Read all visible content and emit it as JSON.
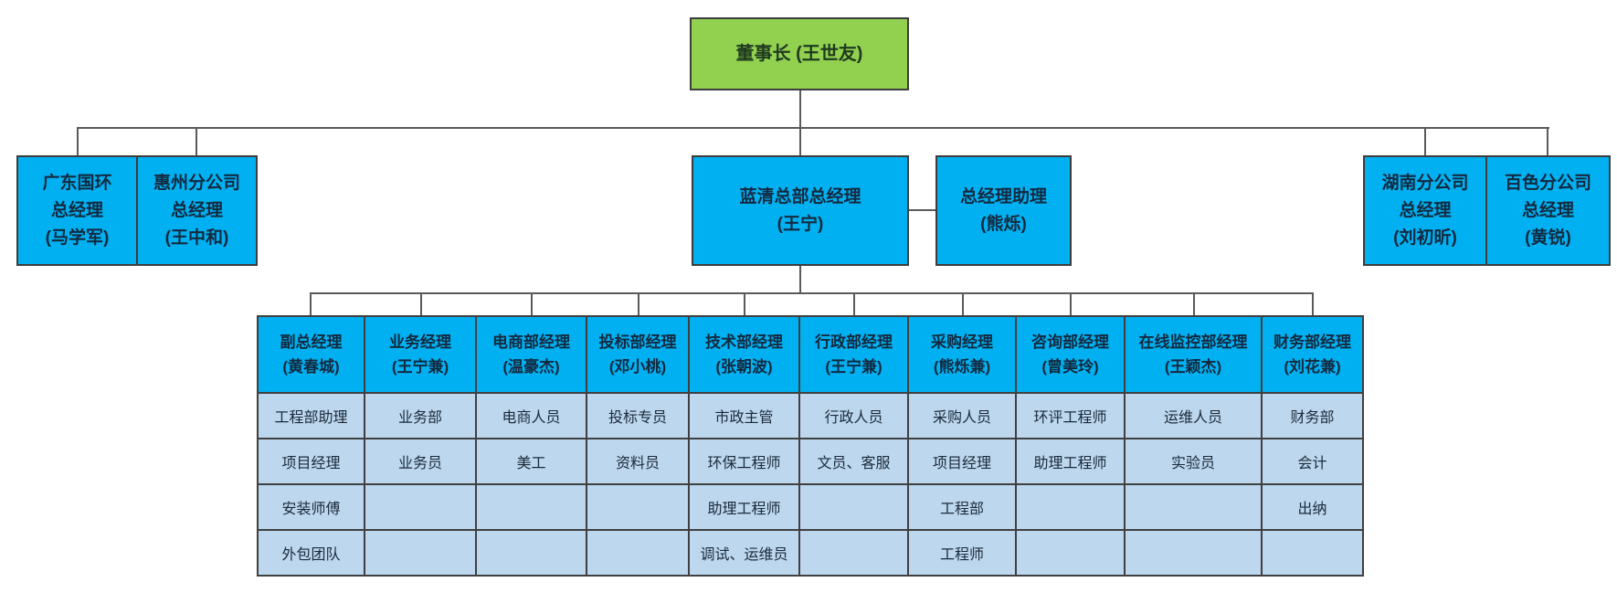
{
  "org_chart": {
    "root": {
      "lines": [
        "董事长 (王世友)"
      ]
    },
    "branches": [
      {
        "lines": [
          "广东国环",
          "总经理",
          "(马学军)"
        ]
      },
      {
        "lines": [
          "惠州分公司",
          "总经理",
          "(王中和)"
        ]
      },
      {
        "lines": [
          "蓝清总部总经理",
          "(王宁)"
        ]
      },
      {
        "lines": [
          "总经理助理",
          "(熊烁)"
        ]
      },
      {
        "lines": [
          "湖南分公司",
          "总经理",
          "(刘初昕)"
        ]
      },
      {
        "lines": [
          "百色分公司",
          "总经理",
          "(黄锐)"
        ]
      }
    ],
    "departments": [
      {
        "head": [
          "副总经理",
          "(黄春城)"
        ],
        "staff": [
          "工程部助理",
          "项目经理",
          "安装师傅",
          "外包团队"
        ]
      },
      {
        "head": [
          "业务经理",
          "(王宁兼)"
        ],
        "staff": [
          "业务部",
          "业务员",
          "",
          ""
        ]
      },
      {
        "head": [
          "电商部经理",
          "(温豪杰)"
        ],
        "staff": [
          "电商人员",
          "美工",
          "",
          ""
        ]
      },
      {
        "head": [
          "投标部经理",
          "(邓小桃)"
        ],
        "staff": [
          "投标专员",
          "资料员",
          "",
          ""
        ]
      },
      {
        "head": [
          "技术部经理",
          "(张朝波)"
        ],
        "staff": [
          "市政主管",
          "环保工程师",
          "助理工程师",
          "调试、运维员"
        ]
      },
      {
        "head": [
          "行政部经理",
          "(王宁兼)"
        ],
        "staff": [
          "行政人员",
          "文员、客服",
          "",
          ""
        ]
      },
      {
        "head": [
          "采购经理",
          "(熊烁兼)"
        ],
        "staff": [
          "采购人员",
          "项目经理",
          "工程部",
          "工程师"
        ]
      },
      {
        "head": [
          "咨询部经理",
          "(曾美玲)"
        ],
        "staff": [
          "环评工程师",
          "助理工程师",
          "",
          ""
        ]
      },
      {
        "head": [
          "在线监控部经理",
          "(王颖杰)"
        ],
        "staff": [
          "运维人员",
          "实验员",
          "",
          ""
        ]
      },
      {
        "head": [
          "财务部经理",
          "(刘花兼)"
        ],
        "staff": [
          "财务部",
          "会计",
          "出纳",
          ""
        ]
      }
    ],
    "colors": {
      "root_fill": "#92d050",
      "box_fill": "#00b0f0",
      "row_fill": "#bdd7ee",
      "connector": "#5a5a5a",
      "border": "#404040"
    }
  }
}
